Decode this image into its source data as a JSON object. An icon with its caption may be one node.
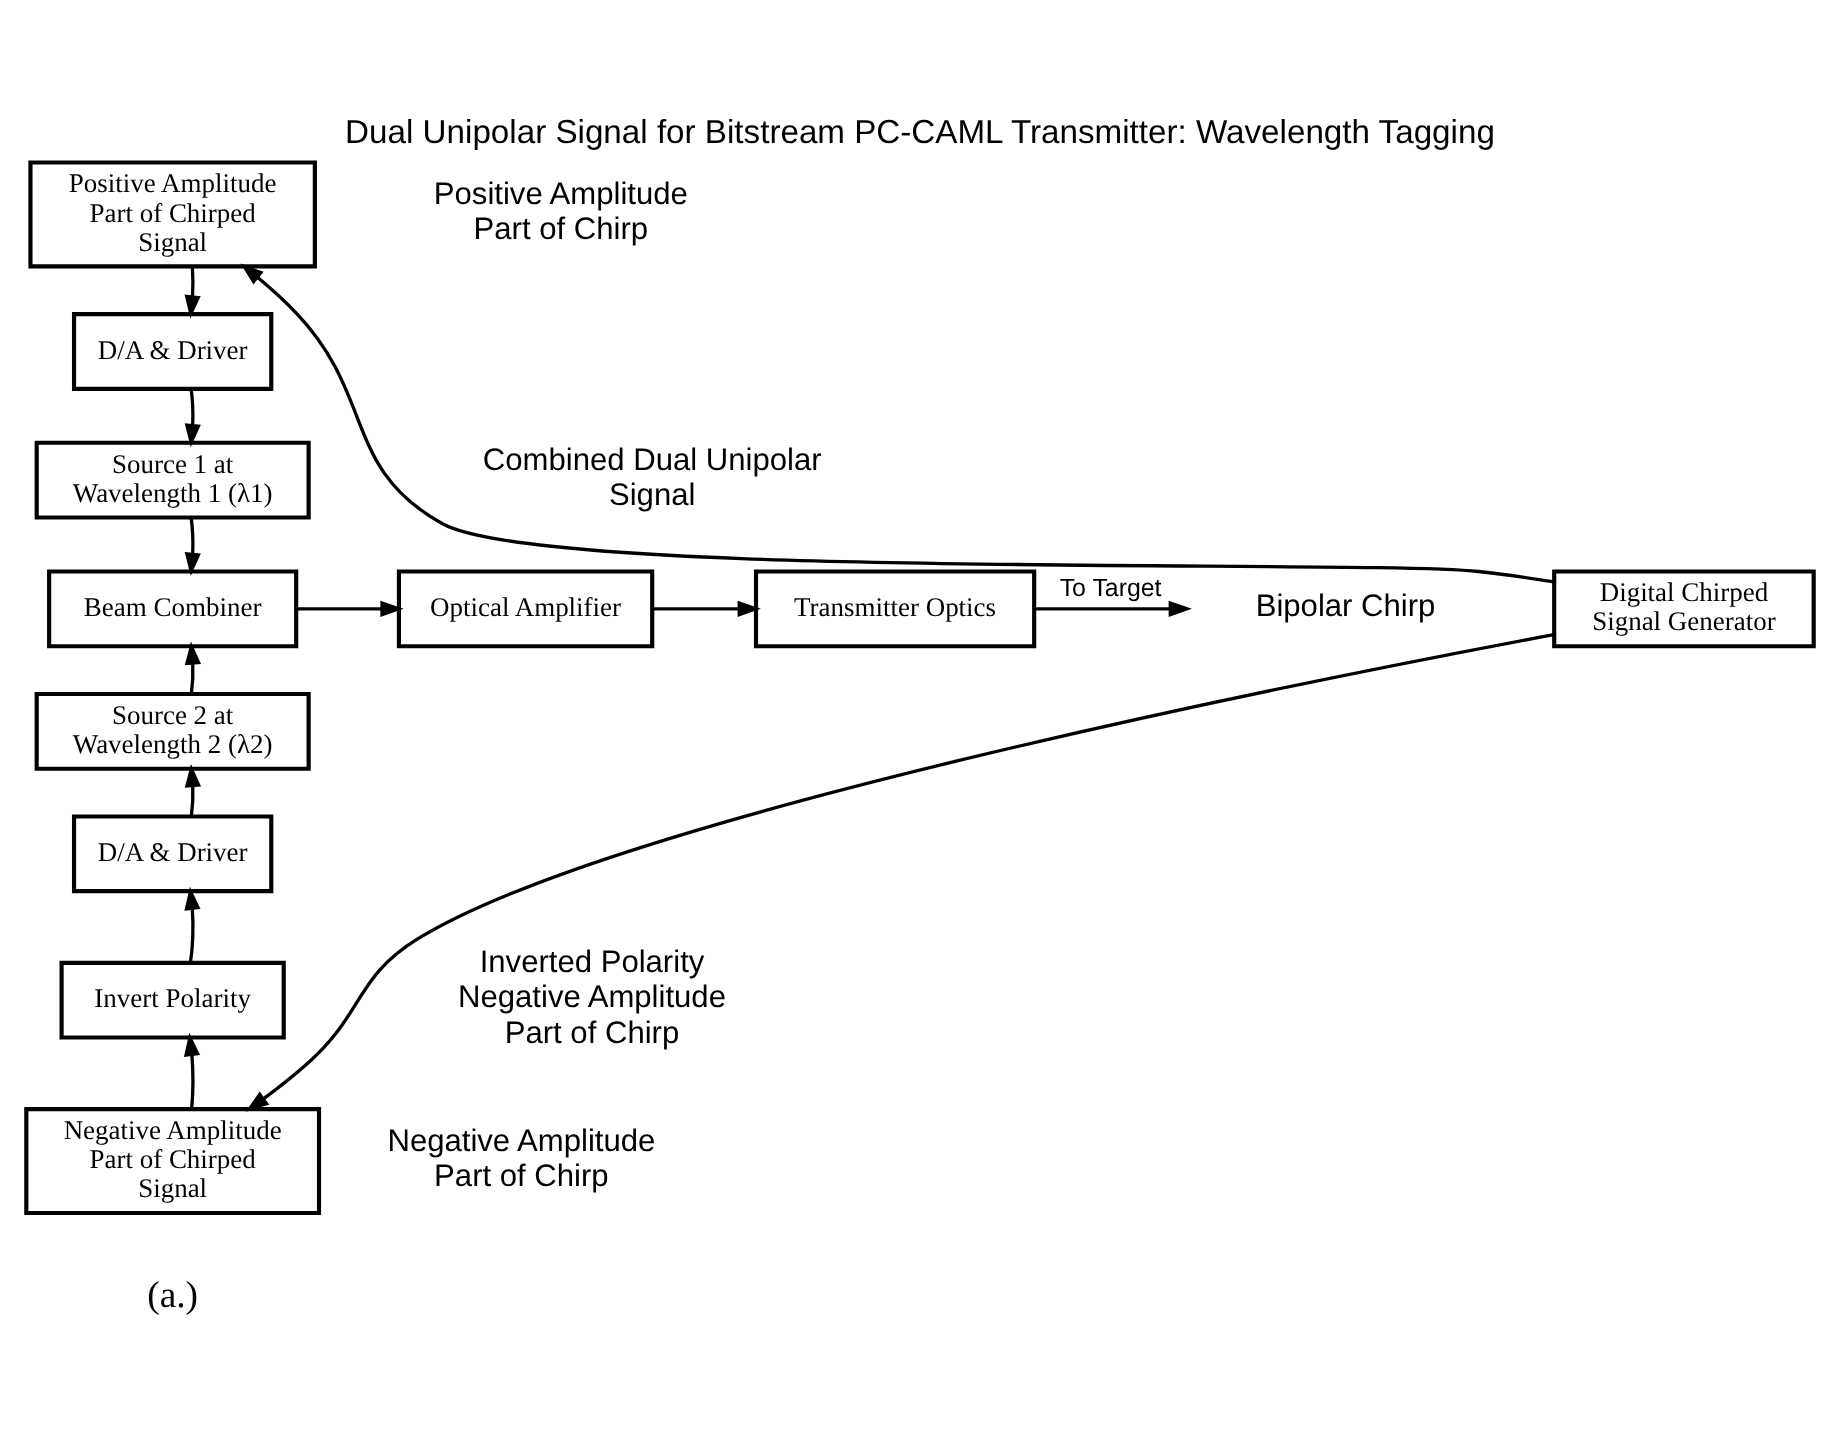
{
  "diagram": {
    "title": "Dual Unipolar Signal for Bitstream PC-CAML Transmitter: Wavelength Tagging",
    "caption": "(a.)",
    "nodes": [
      {
        "text": [
          "Positive Amplitude Part of Chirped Signal"
        ]
      },
      {
        "text": [
          "D/A & Driver"
        ]
      },
      {
        "text": [
          "Source 1 at Wavelength 1 (λ1)"
        ]
      },
      {
        "text": [
          "Digital Chirped Signal Generator"
        ]
      },
      {
        "text": [
          "Beam Combiner"
        ]
      },
      {
        "text": [
          "Optical Amplifier"
        ]
      },
      {
        "text": [
          "Transmitter Optics"
        ]
      },
      {
        "text": [
          "Source 2 at Wavelength 2 (λ2)"
        ]
      },
      {
        "text": [
          "D/A & Driver"
        ]
      },
      {
        "text": [
          "Invert Polarity"
        ]
      },
      {
        "text": [
          "Negative Amplitude Part of Chirped Signal"
        ]
      }
    ],
    "edges": [
      {
        "from": 3,
        "to": 0,
        "arrow": "to"
      },
      {
        "from": 3,
        "to": 10,
        "arrow": "to"
      },
      {
        "from": 0,
        "to": 1,
        "arrow": "to"
      },
      {
        "from": 1,
        "to": 2,
        "arrow": "to"
      },
      {
        "from": 2,
        "to": 4,
        "arrow": "to"
      },
      {
        "from": 10,
        "to": 9,
        "arrow": "to"
      },
      {
        "from": 9,
        "to": 8,
        "arrow": "to"
      },
      {
        "from": 8,
        "to": 7,
        "arrow": "to"
      },
      {
        "from": 7,
        "to": 4,
        "arrow": "to"
      },
      {
        "from": 4,
        "to": 5,
        "arrow": "to"
      },
      {
        "from": 5,
        "to": 6,
        "arrow": "to"
      },
      {
        "from": 6,
        "to": null,
        "arrow": "to",
        "label": "To Target"
      }
    ],
    "labels": [
      "Positive Amplitude Part of Chirp",
      "Bipolar Chirp",
      "Combined Dual Unipolar Signal",
      "Inverted Polarity Negative Amplitude Part of Chirp",
      "Negative Amplitude Part of Chirp"
    ]
  }
}
